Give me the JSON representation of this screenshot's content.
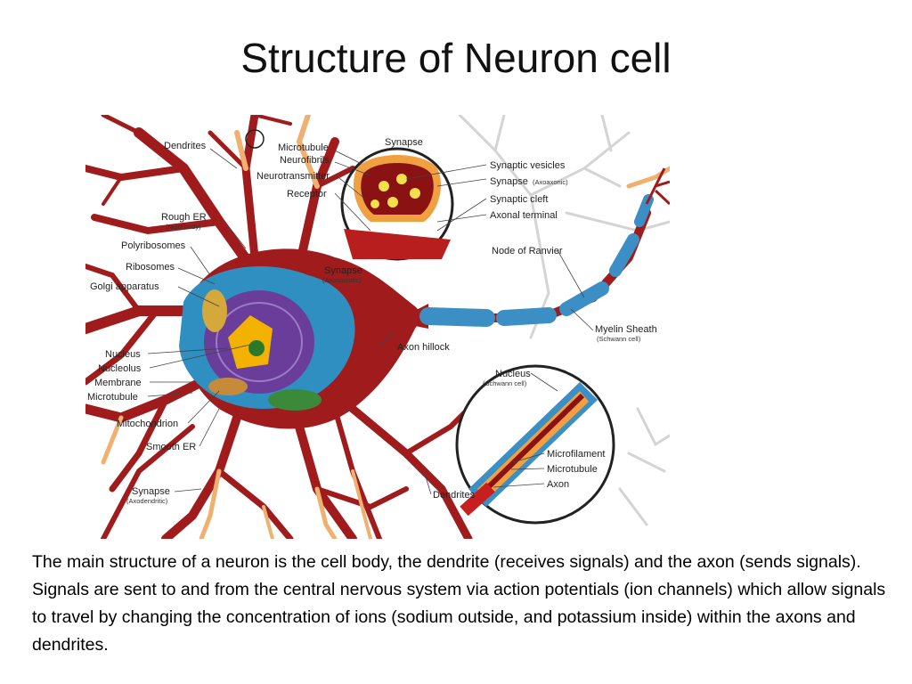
{
  "slide": {
    "title": "Structure of Neuron cell",
    "caption": "The main structure of a neuron is the cell body, the dendrite (receives signals) and the axon (sends signals). Signals are sent to and from the central nervous system via action potentials (ion channels) which allow signals to travel by changing the concentration of ions (sodium outside, and potassium inside) within the axons and dendrites."
  },
  "diagram": {
    "labels": {
      "dendrites_top": "Dendrites",
      "rough_er": "Rough ER",
      "nissl_body": "(Nissl body)",
      "polyribosomes": "Polyribosomes",
      "ribosomes": "Ribosomes",
      "golgi": "Golgi apparatus",
      "nucleus": "Nucleus",
      "nucleolus": "Nucleolus",
      "membrane": "Membrane",
      "microtubule_left": "Microtubule",
      "mitochondrion": "Mitochondrion",
      "smooth_er": "Smooth ER",
      "synapse_axodendritic": "Synapse",
      "axodendritic": "(Axodendritic)",
      "microtubule_top": "Microtubule",
      "neurofibrils": "Neurofibrils",
      "neurotransmitter": "Neurotransmitter",
      "receptor": "Receptor",
      "synapse_inset": "Synapse",
      "synaptic_vesicles": "Synaptic vesicles",
      "synapse_axoaxonic": "Synapse",
      "axoaxonic": "(Axoaxonic)",
      "synaptic_cleft": "Synaptic cleft",
      "axonal_terminal": "Axonal terminal",
      "synapse_axosomatic": "Synapse",
      "axosomatic": "(Axosomatic)",
      "node_of_ranvier": "Node of Ranvier",
      "axon_hillock": "Axon hillock",
      "myelin_sheath": "Myelin Sheath",
      "schwann_cell": "(Schwann cell)",
      "nucleus_schwann": "Nucleus",
      "schwann_cell_2": "(Schwann cell)",
      "microfilament": "Microfilament",
      "microtubule_inset": "Microtubule",
      "axon": "Axon",
      "dendrites_bottom": "Dendrites"
    },
    "colors": {
      "neuron": "#a01c1c",
      "cytoplasm": "#2f8fc0",
      "nucleus": "#6a3d9a",
      "nucleolus": "#f3b200",
      "dendrite_branch": "#f0b070",
      "myelin": "#3b8fc4",
      "background_neuron": "#d7d7d7"
    }
  }
}
